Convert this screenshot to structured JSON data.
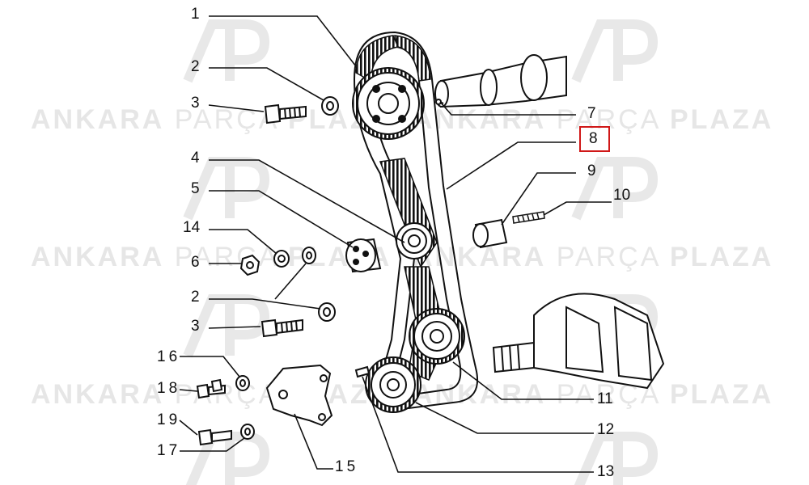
{
  "watermark": {
    "word1": "ANKARA",
    "word2": "PARÇA",
    "word3": "PLAZA",
    "color": "#e6e6e6"
  },
  "callouts": [
    {
      "id": "1",
      "text": "1"
    },
    {
      "id": "2a",
      "text": "2"
    },
    {
      "id": "3a",
      "text": "3"
    },
    {
      "id": "4",
      "text": "4"
    },
    {
      "id": "5",
      "text": "5"
    },
    {
      "id": "14",
      "text": "14"
    },
    {
      "id": "6",
      "text": "6"
    },
    {
      "id": "2b",
      "text": "2"
    },
    {
      "id": "3b",
      "text": "3"
    },
    {
      "id": "16",
      "text": "16"
    },
    {
      "id": "18",
      "text": "18"
    },
    {
      "id": "19",
      "text": "19"
    },
    {
      "id": "17",
      "text": "17"
    },
    {
      "id": "15",
      "text": "15"
    },
    {
      "id": "7",
      "text": "7"
    },
    {
      "id": "8",
      "text": "8"
    },
    {
      "id": "9",
      "text": "9"
    },
    {
      "id": "10",
      "text": "10"
    },
    {
      "id": "11",
      "text": "11"
    },
    {
      "id": "12",
      "text": "12"
    },
    {
      "id": "13",
      "text": "13"
    }
  ],
  "highlighted_callout": "8",
  "highlight_color": "#d01818"
}
